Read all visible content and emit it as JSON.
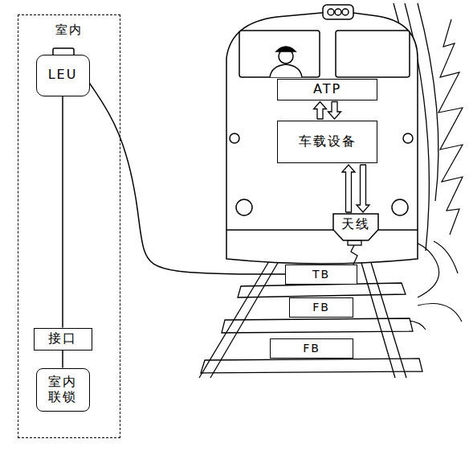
{
  "diagram": {
    "nodes": [
      {
        "text": [
          "室内"
        ]
      },
      {
        "text": [
          "LEU"
        ],
        "in": 0
      },
      {
        "text": [
          "接口"
        ],
        "in": 0
      },
      {
        "text": [
          "室内 联锁"
        ],
        "in": 0
      },
      {
        "text": [
          "ATP"
        ]
      },
      {
        "text": [
          "车载设备"
        ]
      },
      {
        "text": [
          "天线"
        ]
      },
      {
        "text": [
          "TB"
        ]
      },
      {
        "text": [
          "FB"
        ]
      },
      {
        "text": [
          "FB"
        ]
      }
    ],
    "edges": [
      {
        "from": 1,
        "to": 2,
        "arrow": "none"
      },
      {
        "from": 2,
        "to": 3,
        "arrow": "none"
      },
      {
        "from": 1,
        "to": 7,
        "arrow": "none"
      },
      {
        "from": 4,
        "to": 5,
        "arrow": "both"
      },
      {
        "from": 5,
        "to": 6,
        "arrow": "both"
      }
    ]
  }
}
